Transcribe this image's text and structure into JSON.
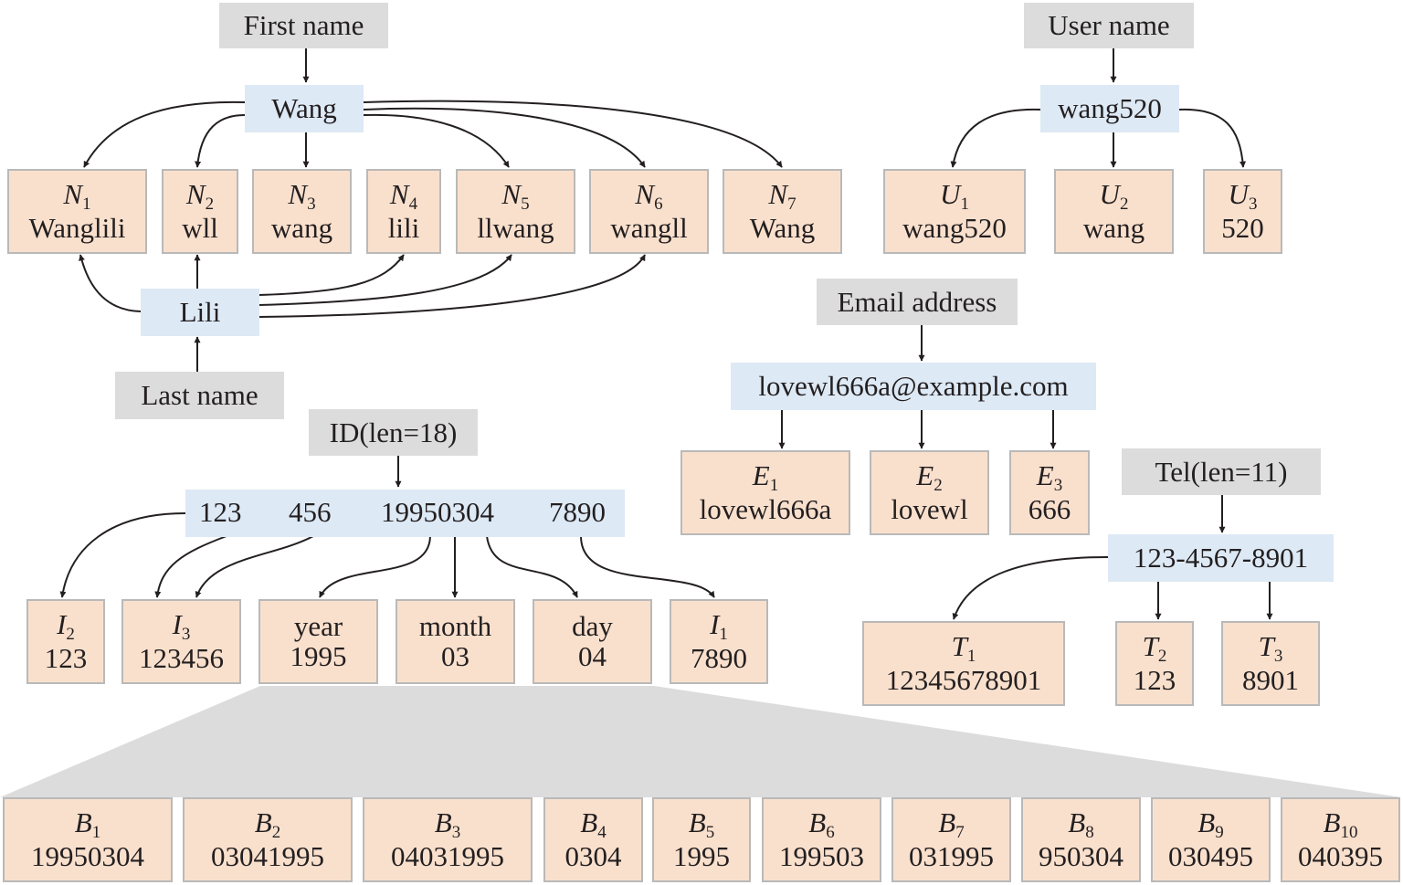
{
  "colors": {
    "source_fill": "#dcdcdd",
    "token_fill": "#dde9f5",
    "variant_fill": "#f9e0cd",
    "variant_border": "#b9b9b9",
    "arrow": "#231f20",
    "fan_fill": "#dcdcdd"
  },
  "name": {
    "first_label": "First name",
    "first_value": "Wang",
    "last_label": "Last name",
    "last_value": "Lili",
    "variants": [
      {
        "letter": "N",
        "sub": "1",
        "value": "Wanglili"
      },
      {
        "letter": "N",
        "sub": "2",
        "value": "wll"
      },
      {
        "letter": "N",
        "sub": "3",
        "value": "wang"
      },
      {
        "letter": "N",
        "sub": "4",
        "value": "lili"
      },
      {
        "letter": "N",
        "sub": "5",
        "value": "llwang"
      },
      {
        "letter": "N",
        "sub": "6",
        "value": "wangll"
      },
      {
        "letter": "N",
        "sub": "7",
        "value": "Wang"
      }
    ]
  },
  "user": {
    "label": "User name",
    "value": "wang520",
    "variants": [
      {
        "letter": "U",
        "sub": "1",
        "value": "wang520"
      },
      {
        "letter": "U",
        "sub": "2",
        "value": "wang"
      },
      {
        "letter": "U",
        "sub": "3",
        "value": "520"
      }
    ]
  },
  "email": {
    "label": "Email address",
    "value": "lovewl666a@example.com",
    "variants": [
      {
        "letter": "E",
        "sub": "1",
        "value": "lovewl666a"
      },
      {
        "letter": "E",
        "sub": "2",
        "value": "lovewl"
      },
      {
        "letter": "E",
        "sub": "3",
        "value": "666"
      }
    ]
  },
  "id": {
    "label": "ID(len=18)",
    "parts": [
      "123",
      "456",
      "19950304",
      "7890"
    ],
    "variants": [
      {
        "letter": "I",
        "sub": "2",
        "value": "123"
      },
      {
        "letter": "I",
        "sub": "3",
        "value": "123456"
      },
      {
        "letter": "",
        "sub": "",
        "value": "1995",
        "word": "year"
      },
      {
        "letter": "",
        "sub": "",
        "value": "03",
        "word": "month"
      },
      {
        "letter": "",
        "sub": "",
        "value": "04",
        "word": "day"
      },
      {
        "letter": "I",
        "sub": "1",
        "value": "7890"
      }
    ]
  },
  "tel": {
    "label": "Tel(len=11)",
    "value": "123-4567-8901",
    "variants": [
      {
        "letter": "T",
        "sub": "1",
        "value": "12345678901"
      },
      {
        "letter": "T",
        "sub": "2",
        "value": "123"
      },
      {
        "letter": "T",
        "sub": "3",
        "value": "8901"
      }
    ]
  },
  "birthday": {
    "variants": [
      {
        "letter": "B",
        "sub": "1",
        "value": "19950304"
      },
      {
        "letter": "B",
        "sub": "2",
        "value": "03041995"
      },
      {
        "letter": "B",
        "sub": "3",
        "value": "04031995"
      },
      {
        "letter": "B",
        "sub": "4",
        "value": "0304"
      },
      {
        "letter": "B",
        "sub": "5",
        "value": "1995"
      },
      {
        "letter": "B",
        "sub": "6",
        "value": "199503"
      },
      {
        "letter": "B",
        "sub": "7",
        "value": "031995"
      },
      {
        "letter": "B",
        "sub": "8",
        "value": "950304"
      },
      {
        "letter": "B",
        "sub": "9",
        "value": "030495"
      },
      {
        "letter": "B",
        "sub": "10",
        "value": "040395"
      }
    ]
  }
}
